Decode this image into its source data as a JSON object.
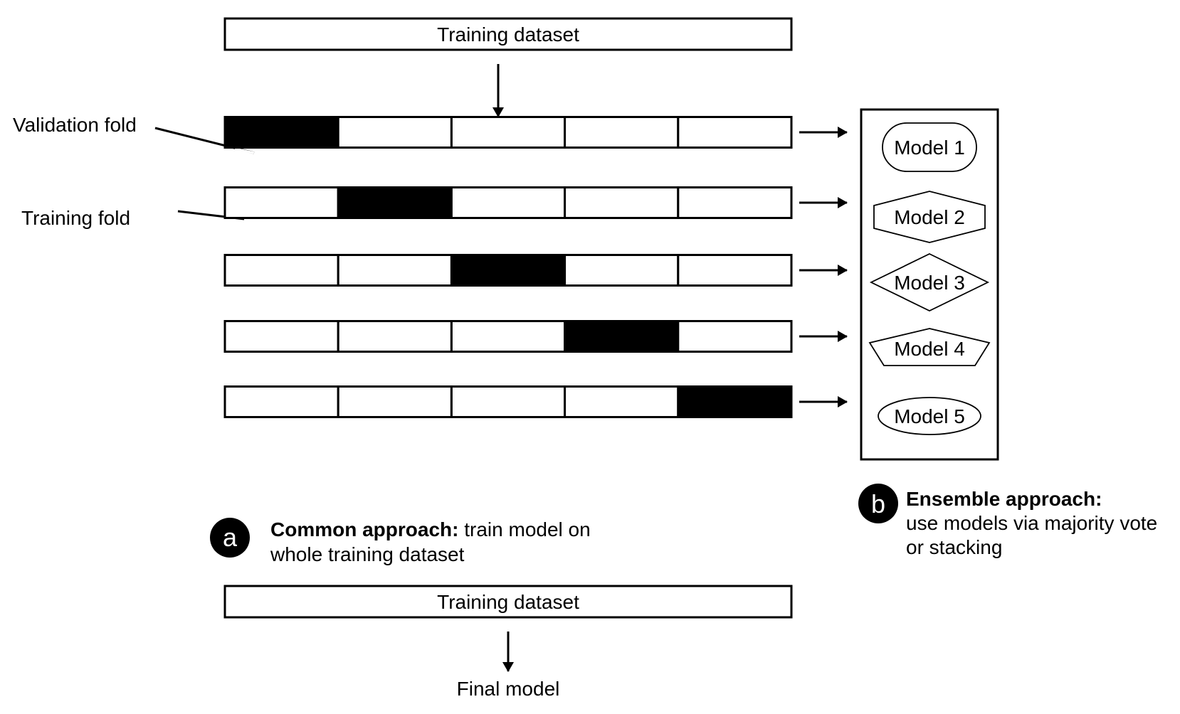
{
  "top_box": {
    "label": "Training dataset"
  },
  "annotations": {
    "validation_fold": "Validation fold",
    "training_fold": "Training fold"
  },
  "folds": [
    {
      "validation_index": 0
    },
    {
      "validation_index": 1
    },
    {
      "validation_index": 2
    },
    {
      "validation_index": 3
    },
    {
      "validation_index": 4
    }
  ],
  "models": [
    {
      "label": "Model 1",
      "shape": "stadium"
    },
    {
      "label": "Model 2",
      "shape": "hexagon"
    },
    {
      "label": "Model 3",
      "shape": "diamond"
    },
    {
      "label": "Model 4",
      "shape": "pentagon"
    },
    {
      "label": "Model 5",
      "shape": "ellipse"
    }
  ],
  "section_a": {
    "badge": "a",
    "bold": "Common approach:",
    "line1_rest": " train model on",
    "line2": "whole training dataset"
  },
  "section_b": {
    "badge": "b",
    "bold": "Ensemble approach:",
    "line2": "use models via majority vote",
    "line3": "or stacking"
  },
  "bottom_box": {
    "label": "Training dataset"
  },
  "final_model": {
    "label": "Final model"
  },
  "colors": {
    "ink": "#000000",
    "background": "#ffffff"
  }
}
